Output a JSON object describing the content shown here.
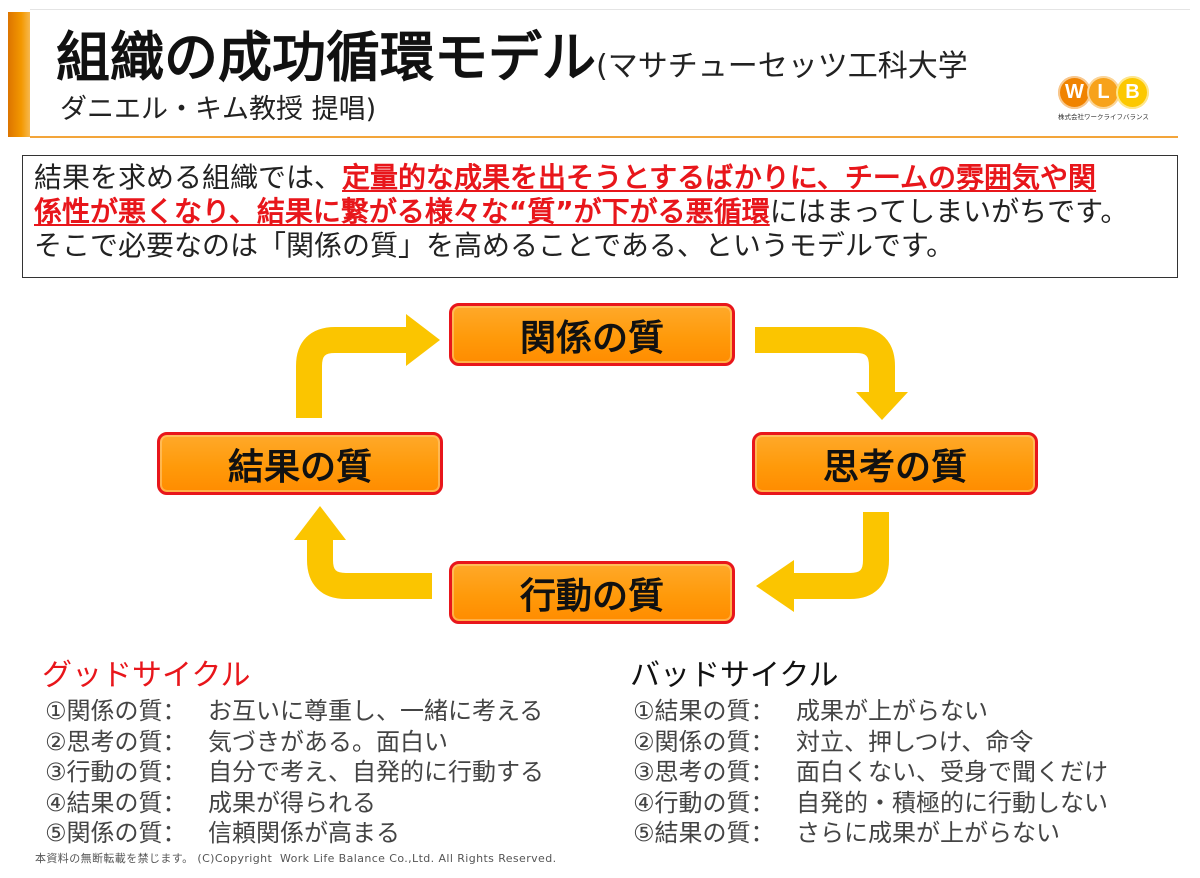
{
  "header": {
    "title": "組織の成功循環モデル",
    "subtitle_line1": "(マサチューセッツ工科大学",
    "subtitle_line2": "ダニエル・キム教授 提唱)"
  },
  "logo": {
    "letters": [
      "W",
      "L",
      "B"
    ],
    "company": "株式会社ワークライフバランス"
  },
  "intro": {
    "line1": {
      "plain": "結果を求める組織では、",
      "highlight": "定量的な成果を出そうとするばかりに、チームの雰囲気や関"
    },
    "line2": {
      "highlight": "係性が悪くなり、結果に繋がる様々な“質”が下がる悪循環",
      "plain": "にはまってしまいがちです。"
    },
    "line3": "そこで必要なのは「関係の質」を高めることである、というモデルです。"
  },
  "cycle": {
    "relationship": "関係の質",
    "thinking": "思考の質",
    "action": "行動の質",
    "results": "結果の質"
  },
  "good_cycle": {
    "title": "グッドサイクル",
    "items": [
      {
        "label": "①関係の質：",
        "text": "お互いに尊重し、一緒に考える"
      },
      {
        "label": "②思考の質：",
        "text": "気づきがある。面白い"
      },
      {
        "label": "③行動の質：",
        "text": "自分で考え、自発的に行動する"
      },
      {
        "label": "④結果の質：",
        "text": "成果が得られる"
      },
      {
        "label": "⑤関係の質：",
        "text": "信頼関係が高まる"
      }
    ]
  },
  "bad_cycle": {
    "title": "バッドサイクル",
    "items": [
      {
        "label": "①結果の質：",
        "text": "成果が上がらない"
      },
      {
        "label": "②関係の質：",
        "text": "対立、押しつけ、命令"
      },
      {
        "label": "③思考の質：",
        "text": "面白くない、受身で聞くだけ"
      },
      {
        "label": "④行動の質：",
        "text": "自発的・積極的に行動しない"
      },
      {
        "label": "⑤結果の質：",
        "text": "さらに成果が上がらない"
      }
    ]
  },
  "footer": "本資料の無断転載を禁じます。 (C)Copyright  Work Life Balance Co.,Ltd. All Rights Reserved.",
  "colors": {
    "accent": "#f39800",
    "highlight_red": "#e8161b",
    "box_fill": "#ff9a0a",
    "arrow_yellow": "#fbc500"
  }
}
